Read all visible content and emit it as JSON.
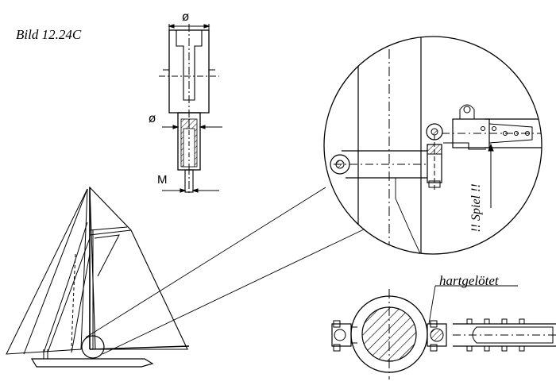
{
  "figure": {
    "title": "Bild 12.24C",
    "dimension_symbols": {
      "diameter_top": "ø",
      "diameter_side": "ø",
      "thread": "M"
    },
    "annotations": {
      "play_note": "!! Spiel !!",
      "brazed_note": "hartgelötet"
    },
    "colors": {
      "line": "#000000",
      "background": "#ffffff"
    }
  }
}
